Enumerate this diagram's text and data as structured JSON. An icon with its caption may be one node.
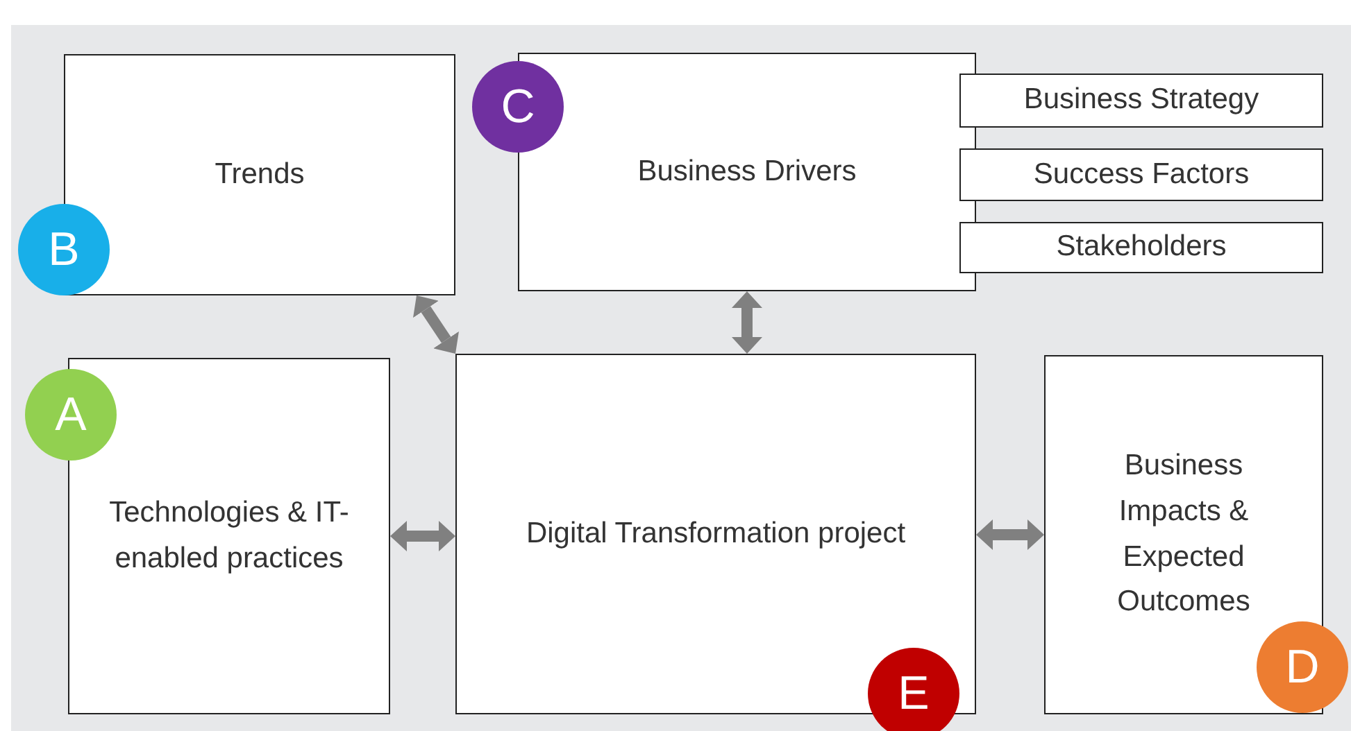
{
  "diagram": {
    "nodes": [
      {
        "text": [
          "Trends"
        ]
      },
      {
        "text": [
          "Business Drivers"
        ]
      },
      {
        "text": [
          "Business Strategy"
        ]
      },
      {
        "text": [
          "Success Factors"
        ]
      },
      {
        "text": [
          "Stakeholders"
        ]
      },
      {
        "text": [
          "Technologies & IT-enabled practices"
        ]
      },
      {
        "text": [
          "Digital Transformation project"
        ]
      },
      {
        "text": [
          "Business Impacts & Expected Outcomes"
        ]
      },
      {
        "text": [
          "C"
        ]
      },
      {
        "text": [
          "B"
        ]
      },
      {
        "text": [
          "A"
        ]
      },
      {
        "text": [
          "D"
        ]
      },
      {
        "text": [
          "E"
        ]
      }
    ],
    "edges": [
      {
        "from": 0,
        "to": 6,
        "arrow": "both"
      },
      {
        "from": 1,
        "to": 6,
        "arrow": "both"
      },
      {
        "from": 5,
        "to": 6,
        "arrow": "both"
      },
      {
        "from": 6,
        "to": 7,
        "arrow": "both"
      }
    ]
  }
}
